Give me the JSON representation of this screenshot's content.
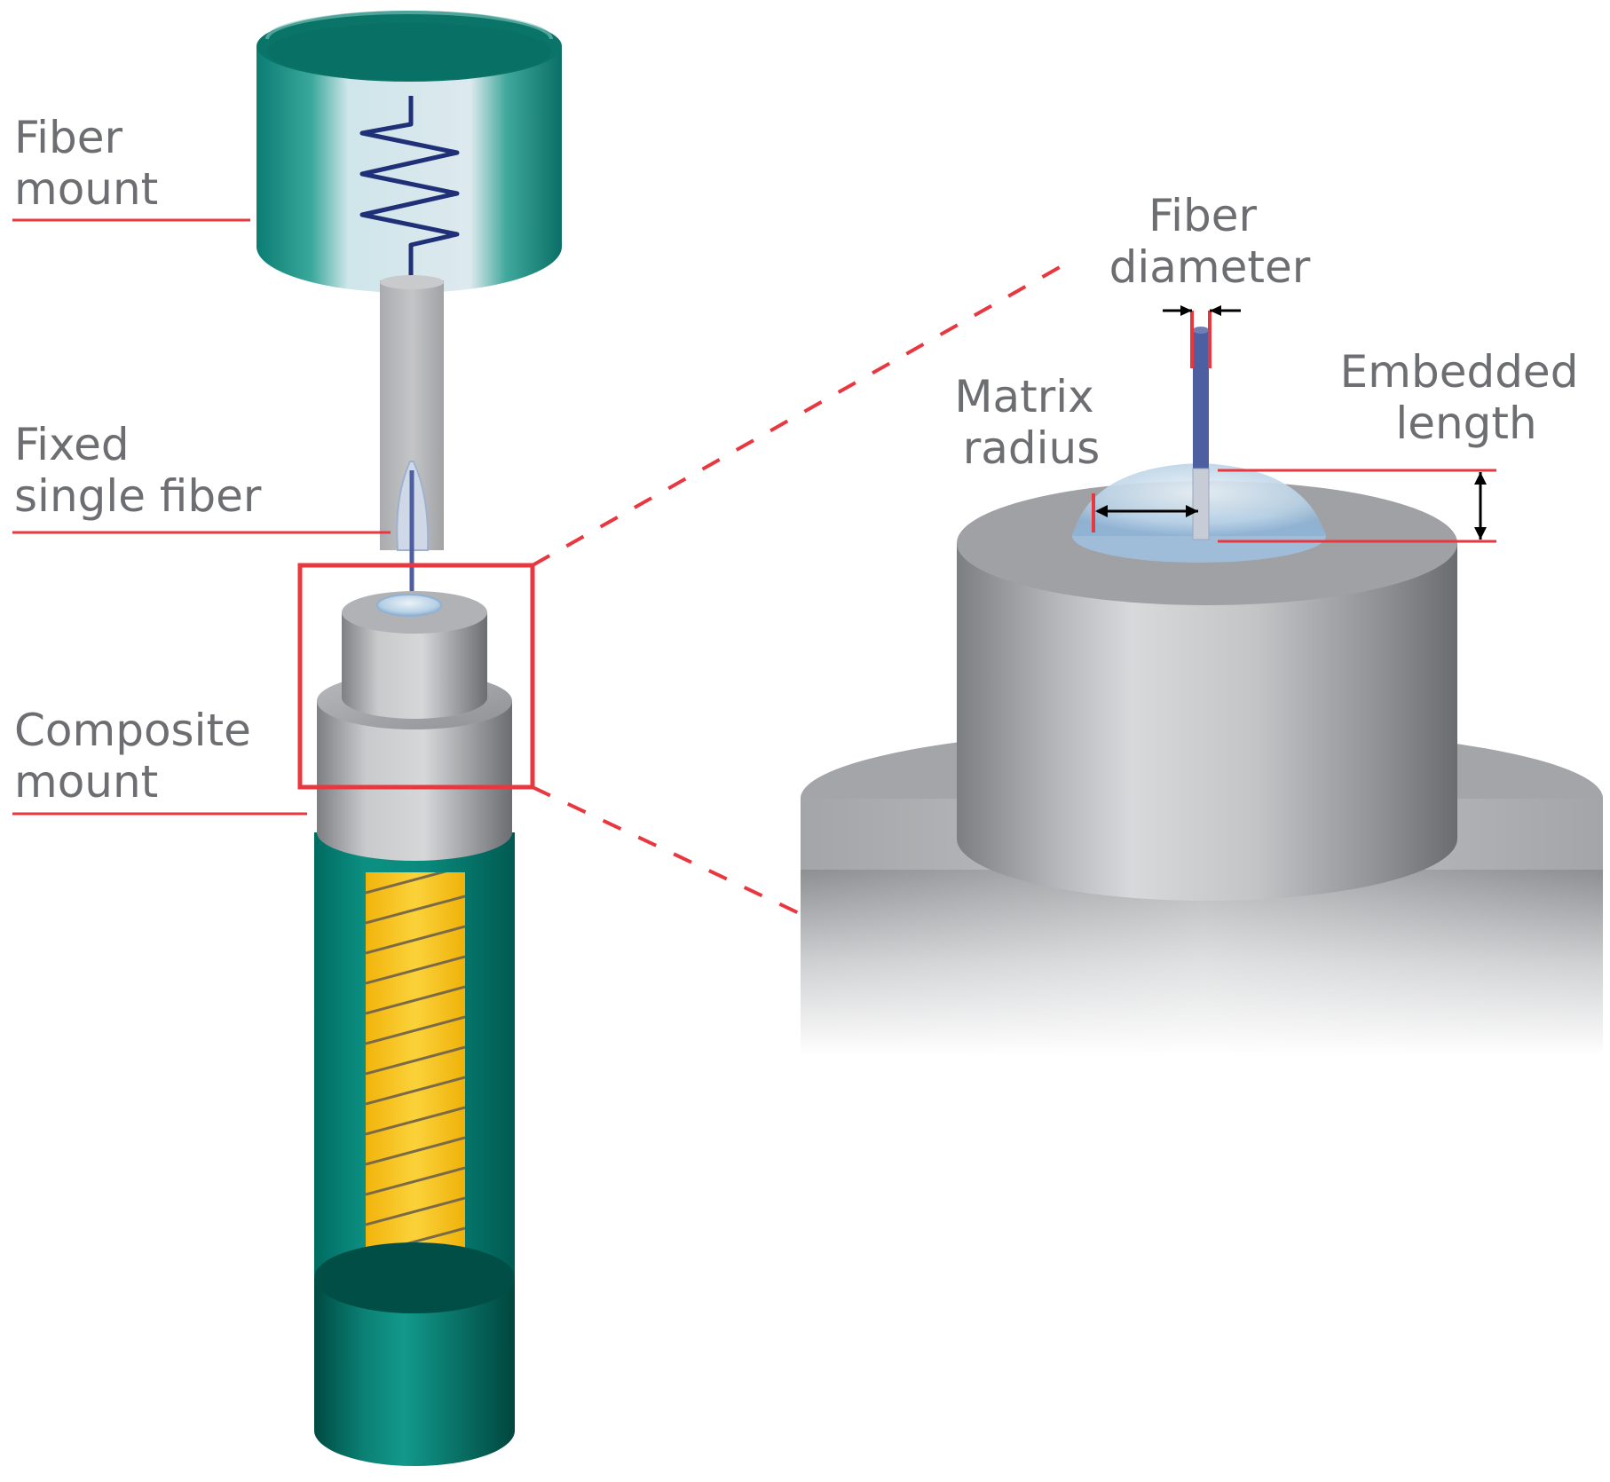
{
  "labels": {
    "fiber_mount": [
      "Fiber",
      "mount"
    ],
    "fixed_single_fiber": [
      "Fixed",
      "single fiber"
    ],
    "composite_mount": [
      "Composite",
      "mount"
    ],
    "fiber_diameter": [
      "Fiber",
      "diameter"
    ],
    "matrix_radius": [
      "Matrix",
      "radius"
    ],
    "embedded_length": [
      "Embedded",
      "length"
    ]
  },
  "colors": {
    "teal": "#0f8a7e",
    "teal_dark": "#004e45",
    "accent_red": "#e8373f",
    "steel": "#a7a9ac",
    "thread_yellow": "#f7c21a",
    "spring_blue": "#1f2f78",
    "fiber_blue": "#4d5fa0",
    "label_gray": "#6d6e71"
  }
}
